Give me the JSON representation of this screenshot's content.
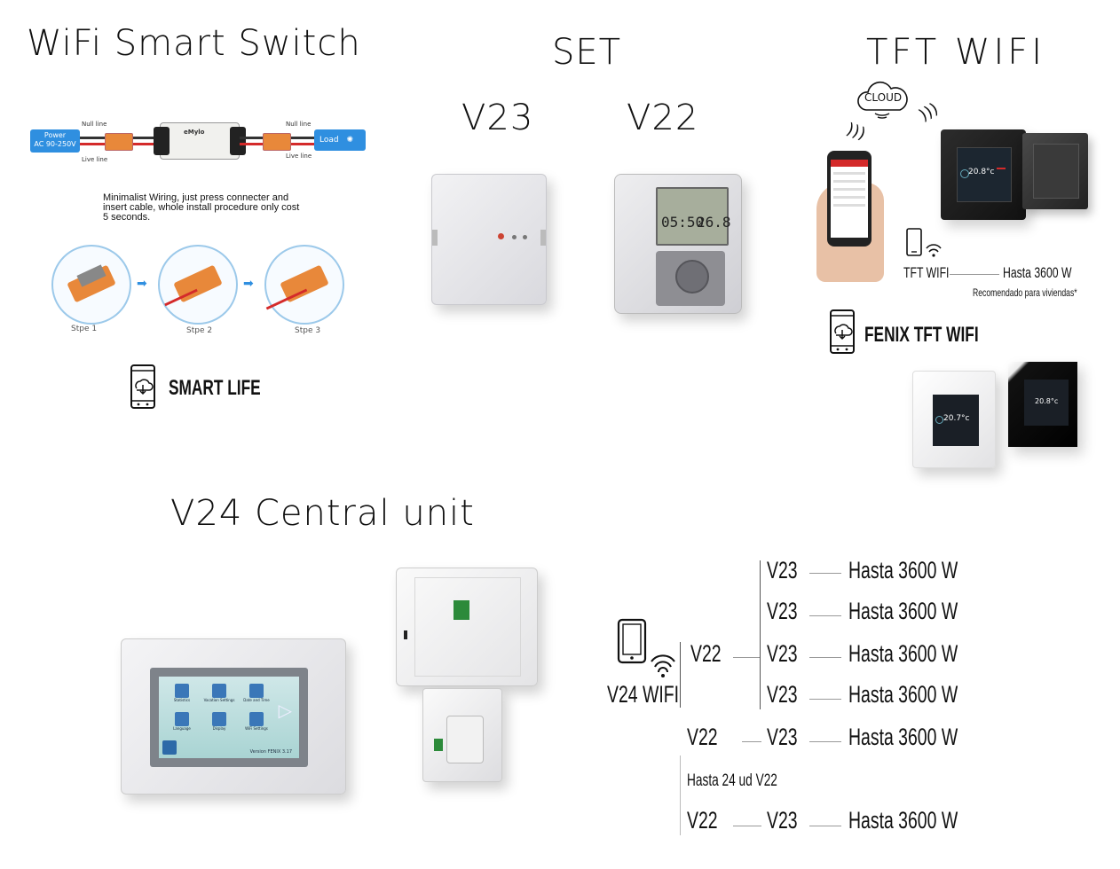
{
  "titles": {
    "wifi_switch": "WiFi Smart Switch",
    "set": "SET",
    "v23": "V23",
    "v22": "V22",
    "tft_wifi": "TFT WIFI",
    "v24_central": "V24 Central unit"
  },
  "wifi_switch": {
    "power_label": "Power",
    "power_spec": "AC 90-250V",
    "null_line": "Null line",
    "live_line": "Live line",
    "load_label": "Load",
    "brand": "eMylo",
    "description": "Minimalist Wiring, just press connecter and insert cable, whole install procedure only cost 5 seconds.",
    "steps": [
      "Stpe 1",
      "Stpe 2",
      "Stpe 3"
    ],
    "app_label": "SMART LIFE"
  },
  "v22_display": {
    "time": "05:50",
    "temp": "26.8"
  },
  "tft": {
    "cloud_label": "CLOUD",
    "thermo_temp": "20.8°c",
    "device_label": "TFT WIFI",
    "power_label": "Hasta 3600 W",
    "recommendation": "Recomendado para viviendas*",
    "fenix_label": "FENIX TFT WIFI",
    "white_temp": "20.7°c",
    "black_temp": "20.8°c"
  },
  "v24": {
    "screen_version": "Version FENIX 3.17",
    "menu_items": [
      "Statistics",
      "Vacation Settings",
      "Date and Time",
      "Language",
      "Display",
      "WiFi Settings"
    ]
  },
  "hierarchy": {
    "root_label": "V24 WIFI",
    "v22": "V22",
    "v23": "V23",
    "power": "Hasta 3600 W",
    "max_units": "Hasta 24 ud V22"
  },
  "colors": {
    "accent_blue": "#2f8fe0",
    "connector_orange": "#e8883a",
    "wire_red": "#d42a2a"
  }
}
